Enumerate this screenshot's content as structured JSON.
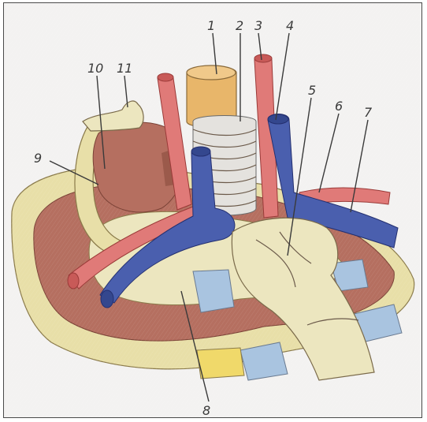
{
  "drawing": {
    "subject": "hand-drawn anatomical sketch with numbered leader lines",
    "colors": {
      "paper": "#f3f2f1",
      "muscle": "#b56f60",
      "muscle_dark": "#9b5a4b",
      "bone": "#e8dfa8",
      "tendon": "#ece6bf",
      "artery": "#e07a78",
      "vein": "#4a5fae",
      "trachea": "#e8b66a",
      "fat": "#f0d96a",
      "blue_patch": "#a9c4e0",
      "pencil": "#3a3a3a"
    }
  },
  "labels": [
    {
      "id": "1",
      "text": "1"
    },
    {
      "id": "2",
      "text": "2"
    },
    {
      "id": "3",
      "text": "3"
    },
    {
      "id": "4",
      "text": "4"
    },
    {
      "id": "5",
      "text": "5"
    },
    {
      "id": "6",
      "text": "6"
    },
    {
      "id": "7",
      "text": "7"
    },
    {
      "id": "8",
      "text": "8"
    },
    {
      "id": "9",
      "text": "9"
    },
    {
      "id": "10",
      "text": "10"
    },
    {
      "id": "11",
      "text": "11"
    }
  ]
}
